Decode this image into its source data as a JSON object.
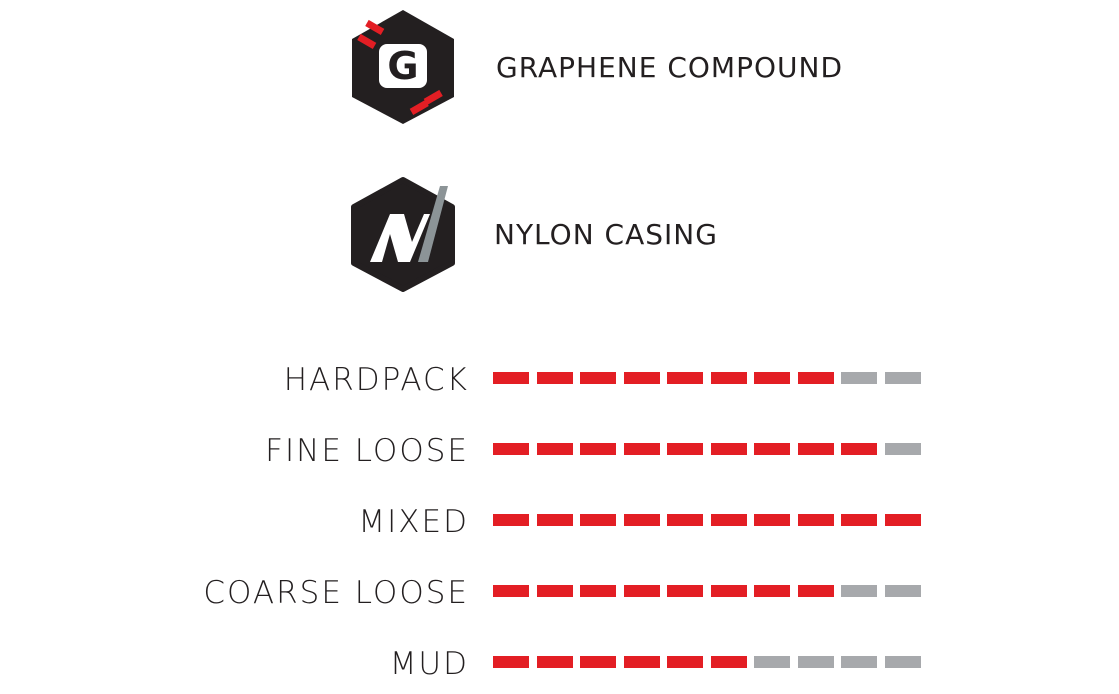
{
  "features": [
    {
      "id": "graphene",
      "letter": "G",
      "label": "GRAPHENE COMPOUND"
    },
    {
      "id": "nylon",
      "letter": "N",
      "label": "NYLON CASING"
    }
  ],
  "colors": {
    "dark": "#231f20",
    "accent_red": "#e31e24",
    "inactive_gray": "#a7a9ac",
    "nylon_slash_gray": "#8c9497",
    "text": "#231f20"
  },
  "ratings_scale_max": 10,
  "ratings": [
    {
      "label": "HARDPACK",
      "value": 8
    },
    {
      "label": "FINE LOOSE",
      "value": 9
    },
    {
      "label": "MIXED",
      "value": 10
    },
    {
      "label": "COARSE LOOSE",
      "value": 8
    },
    {
      "label": "MUD",
      "value": 6
    }
  ]
}
